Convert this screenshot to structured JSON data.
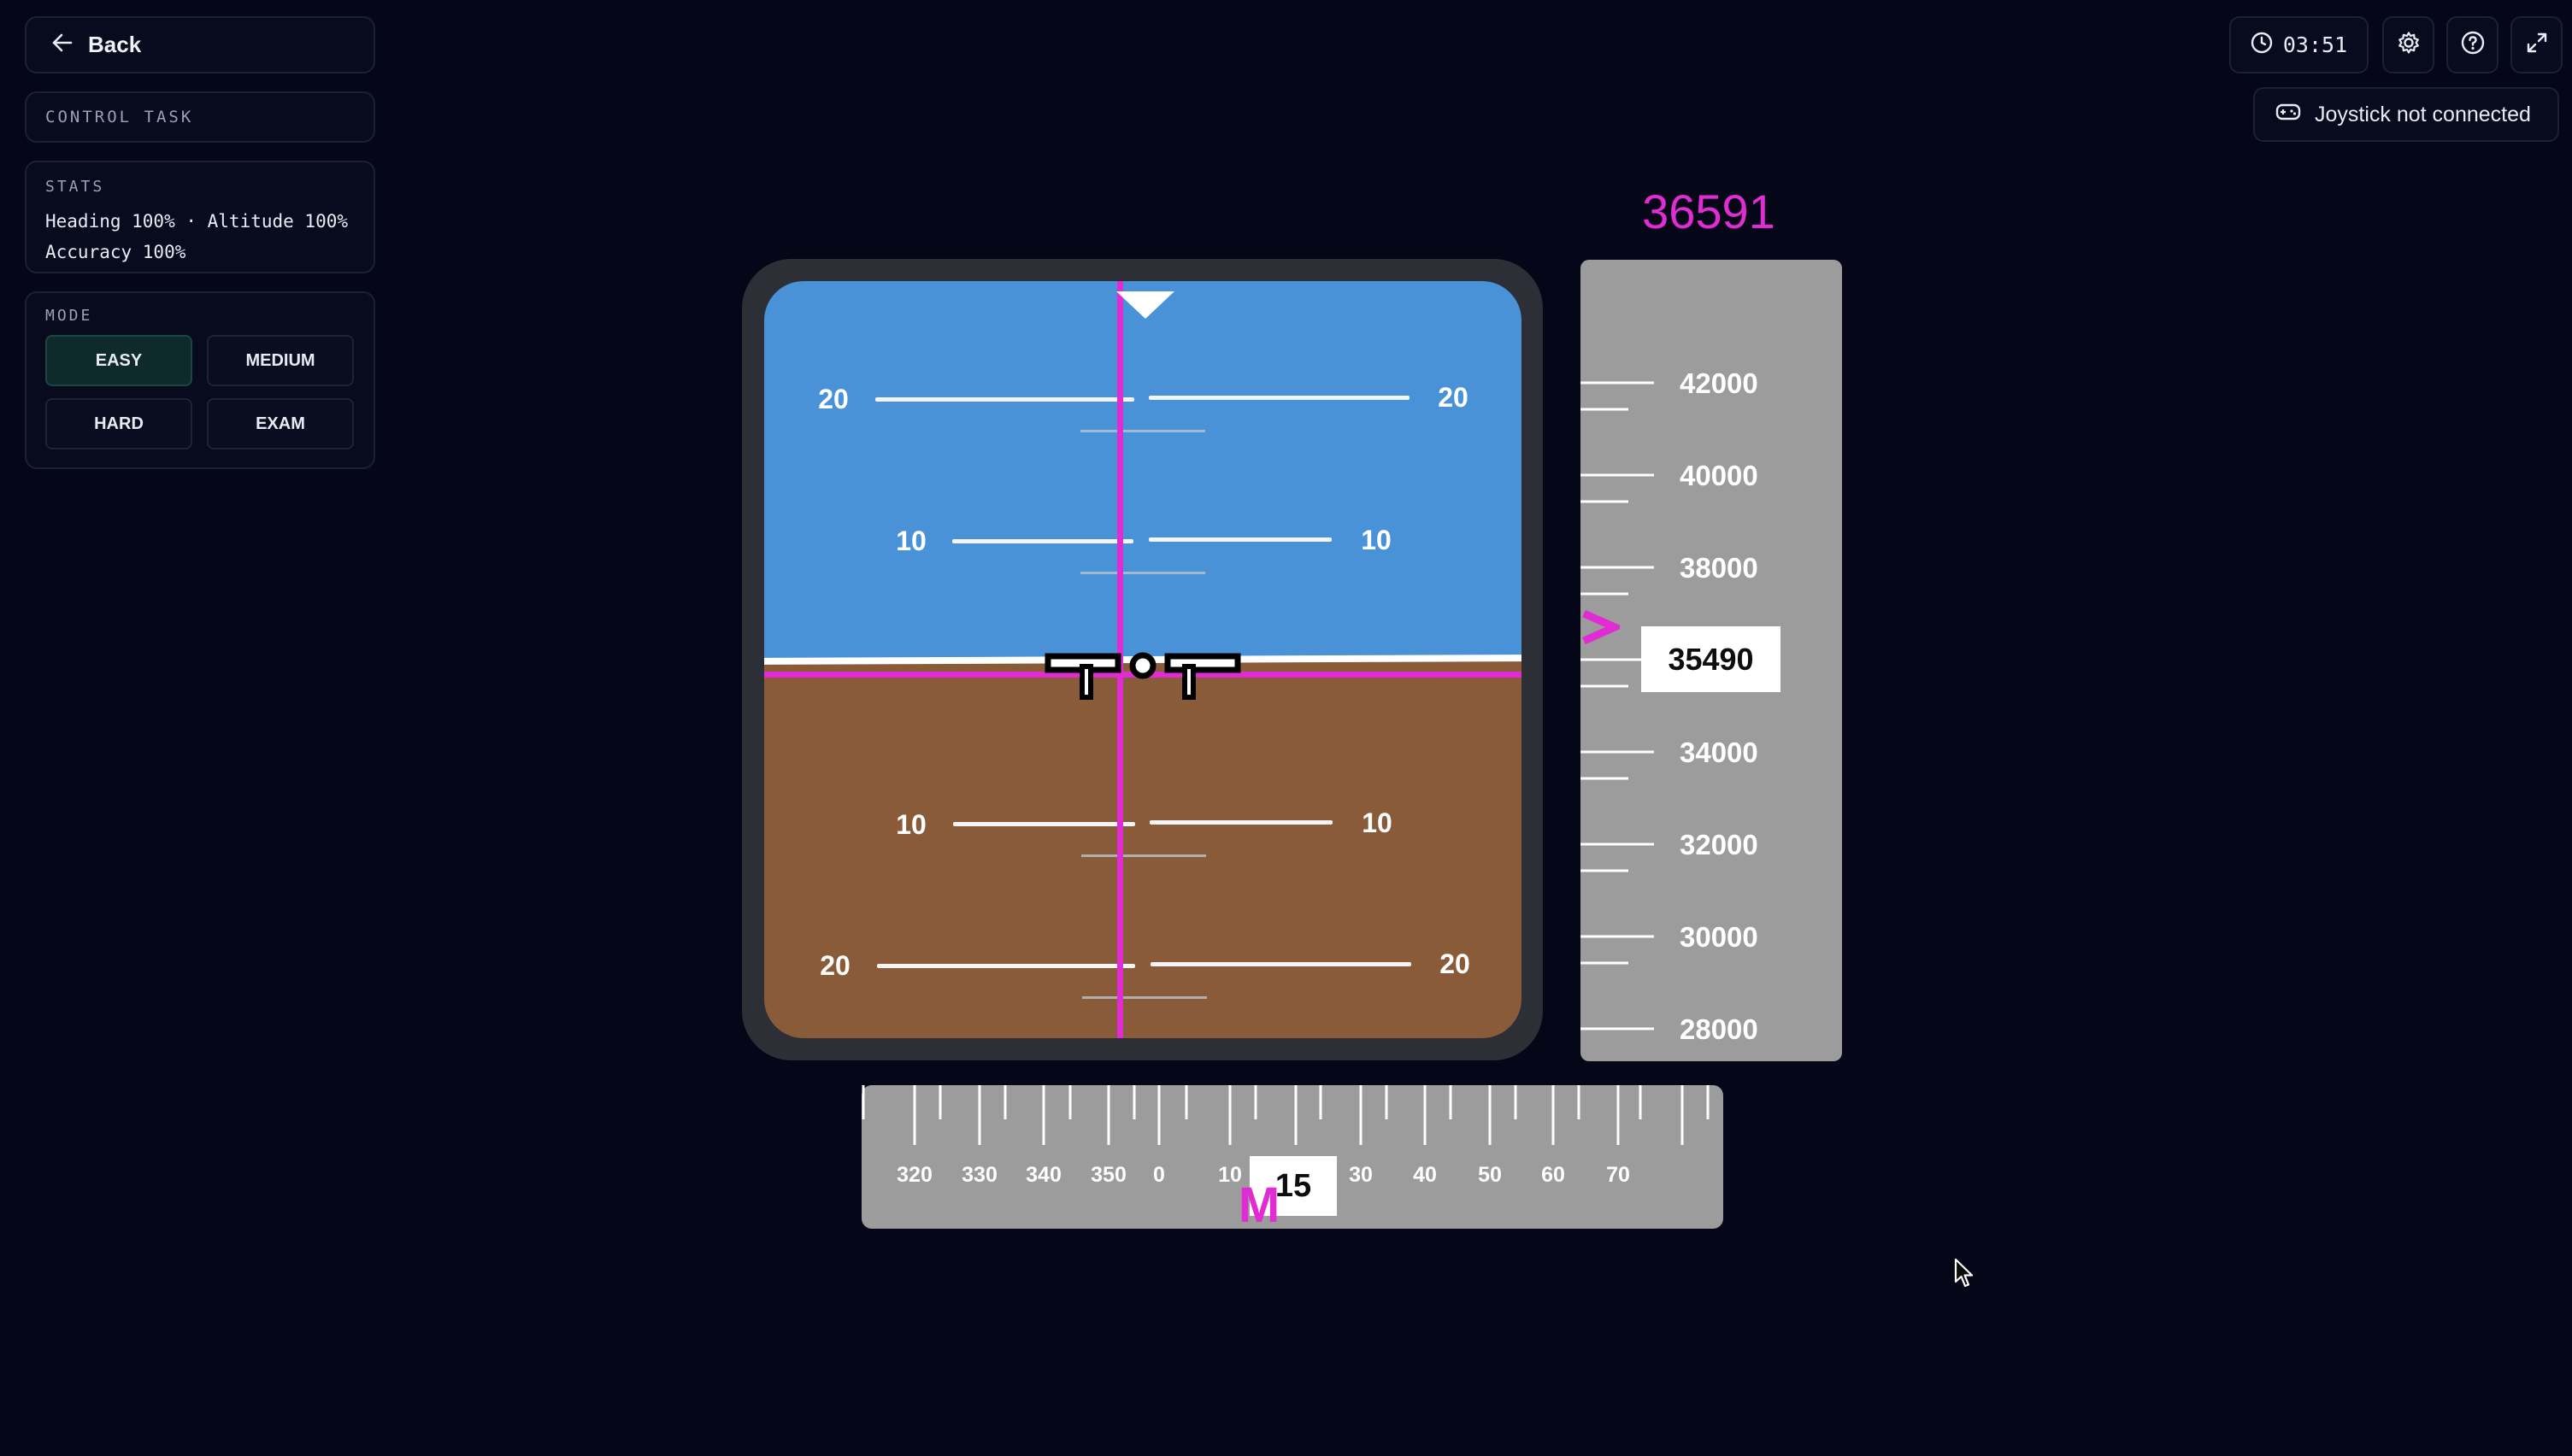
{
  "nav": {
    "back_label": "Back"
  },
  "task": {
    "title": "CONTROL TASK"
  },
  "stats": {
    "title": "STATS",
    "line1": "Heading 100% · Altitude 100%",
    "line2": "Accuracy 100%"
  },
  "mode": {
    "title": "MODE",
    "options": [
      "EASY",
      "MEDIUM",
      "HARD",
      "EXAM"
    ],
    "selected": "EASY"
  },
  "topbar": {
    "timer": "03:51",
    "joystick_status": "Joystick not connected",
    "icons": [
      "clock-icon",
      "gear-icon",
      "help-icon",
      "fullscreen-icon"
    ]
  },
  "attitude": {
    "pitch_labels": {
      "up20": "20",
      "up10": "10",
      "down10": "10",
      "down20": "20"
    },
    "colors": {
      "sky": "#4a92d8",
      "ground": "#8a5b39",
      "guide": "#e22cd3"
    }
  },
  "altitude": {
    "target": "36591",
    "current": "35490",
    "ticks": [
      "42000",
      "40000",
      "38000",
      "34000",
      "32000",
      "30000",
      "28000"
    ]
  },
  "heading": {
    "current": "15",
    "bug_label": "M",
    "ticks": [
      "320",
      "330",
      "340",
      "350",
      "0",
      "10",
      "30",
      "40",
      "50",
      "60",
      "70"
    ]
  }
}
